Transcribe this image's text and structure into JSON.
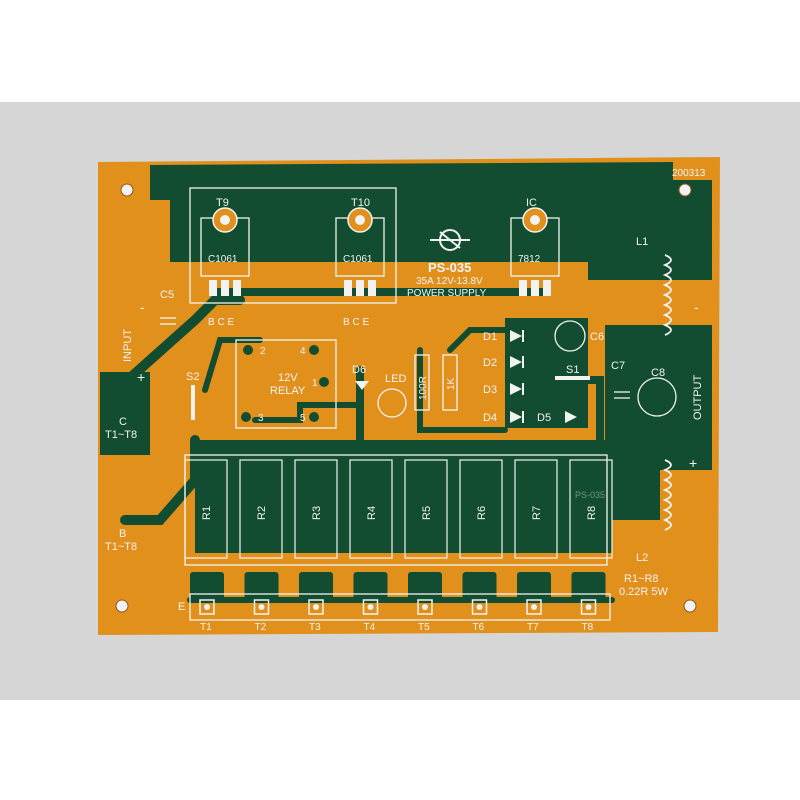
{
  "colors": {
    "background_top": "#ffffff",
    "table": "#d5d5d5",
    "board": "#e2901c",
    "copper": "#134d31",
    "silk": "#f2f2f2"
  },
  "board": {
    "code": "200313",
    "model": "PS-035",
    "spec": "35A 12V-13.8V",
    "title": "POWER SUPPLY",
    "mirror_model": "PS-035"
  },
  "transistors_top": [
    {
      "ref": "T9",
      "part": "C1061",
      "pins": "B C E"
    },
    {
      "ref": "T10",
      "part": "C1061",
      "pins": "B C E"
    },
    {
      "ref": "IC",
      "part": "7812",
      "pins": ""
    }
  ],
  "labels": {
    "c5": "C5",
    "input": "INPUT",
    "minus": "-",
    "plus": "+",
    "c_t": "C",
    "t1_t8_c": "T1~T8",
    "b_t": "B",
    "t1_t8_b": "T1~T8",
    "s2": "S2",
    "relay_12v": "12V",
    "relay": "RELAY",
    "d6": "D6",
    "led": "LED",
    "r100": "100R",
    "r1k": "1K",
    "d1": "D1",
    "d2": "D2",
    "d3": "D3",
    "d4": "D4",
    "d5": "D5",
    "s1": "S1",
    "c6": "C6",
    "c7": "C7",
    "c8": "C8",
    "output": "OUTPUT",
    "l1": "L1",
    "l2": "L2",
    "r_spec1": "R1~R8",
    "r_spec2": "0.22R 5W",
    "e": "E"
  },
  "relay_pins": [
    "2",
    "4",
    "1",
    "3",
    "5"
  ],
  "resistors": [
    "R1",
    "R2",
    "R3",
    "R4",
    "R5",
    "R6",
    "R7",
    "R8"
  ],
  "power_transistors": [
    "T1",
    "T2",
    "T3",
    "T4",
    "T5",
    "T6",
    "T7",
    "T8"
  ]
}
